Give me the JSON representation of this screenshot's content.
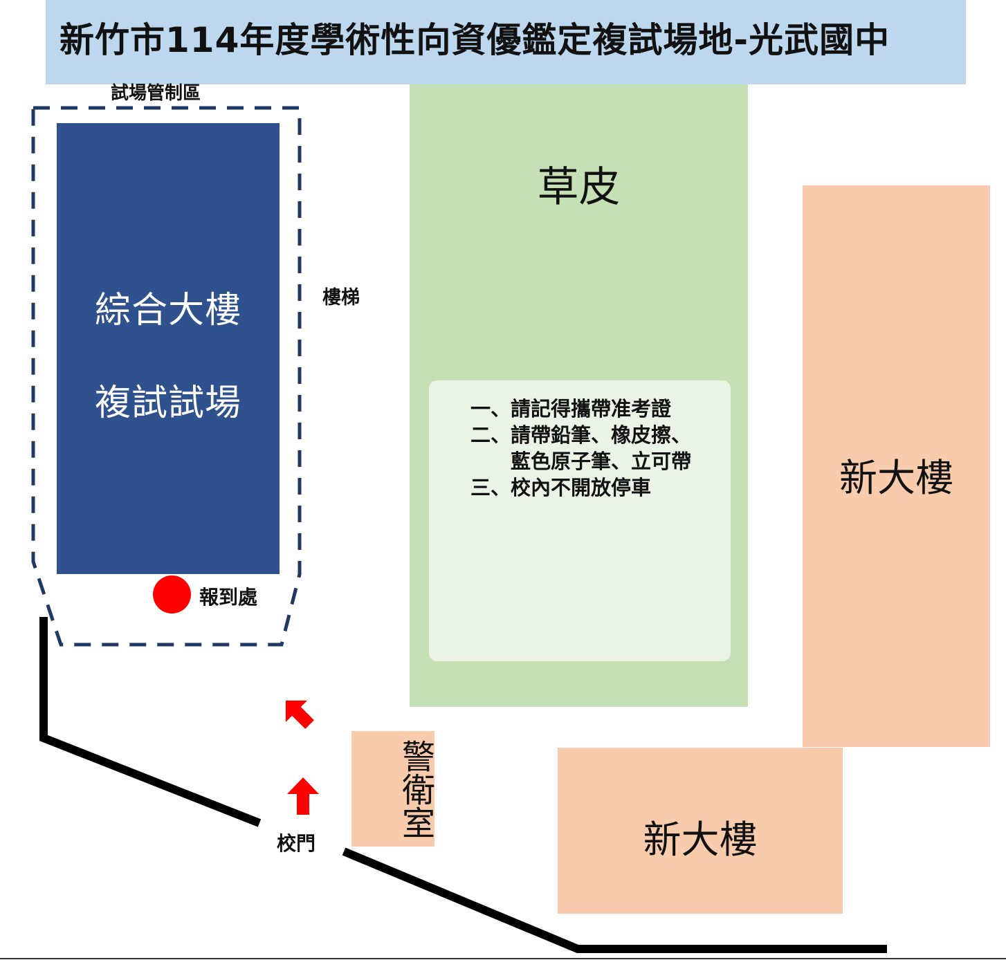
{
  "title": "新竹市114年度學術性向資優鑑定複試場地-光武國中",
  "areas": {
    "control_zone": "試場管制區",
    "main_building": {
      "line1": "綜合大樓",
      "line2": "複試試場"
    },
    "stairs": "樓梯",
    "lawn": "草皮",
    "new_building_east": "新大樓",
    "new_building_south": "新大樓",
    "guard_room": "警衛室",
    "check_in": "報到處",
    "school_gate": "校門"
  },
  "notice": {
    "lines": [
      "一、請記得攜帶准考證",
      "二、請帶鉛筆、橡皮擦、",
      "　　藍色原子筆、立可帶",
      "三、校內不開放停車"
    ]
  },
  "colors": {
    "title_bg": "#bdd7ee",
    "main_building": "#2f528f",
    "lawn": "#c5e0b4",
    "notice_bg": "#ebf3e6",
    "new_building": "#f8cbad",
    "check_in_dot": "#ff0000",
    "arrow": "#ff0000",
    "control_zone_border": "#1f3864",
    "wall": "#000000"
  }
}
